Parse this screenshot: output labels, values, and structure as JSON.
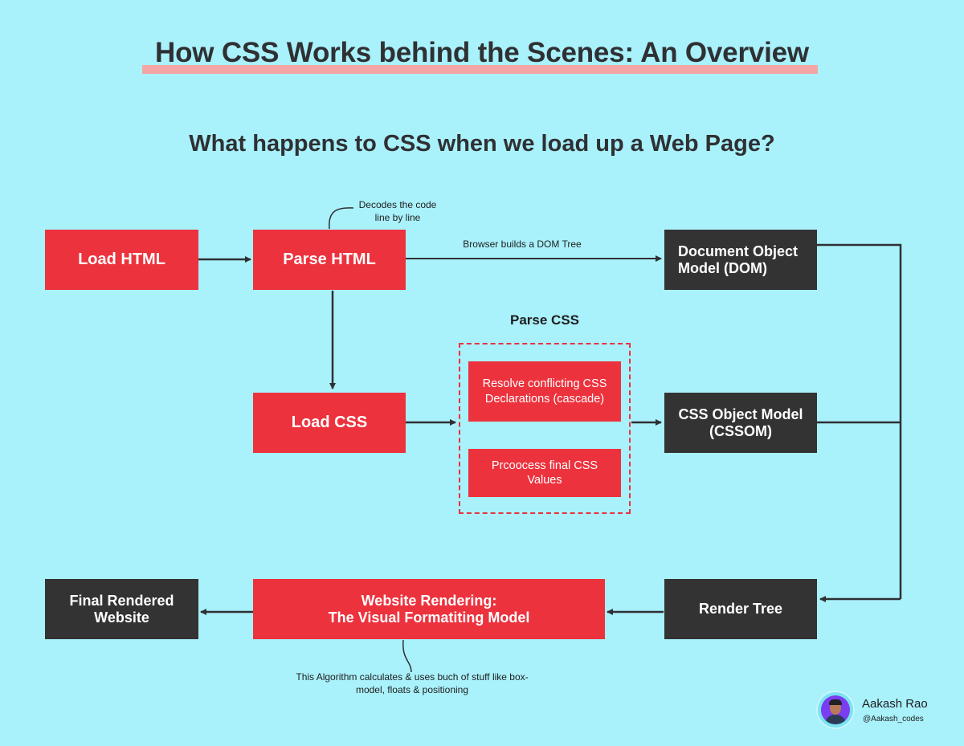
{
  "title": "How CSS Works behind the Scenes: An Overview",
  "subtitle": "What happens to CSS when we load up a Web Page?",
  "nodes": {
    "load_html": "Load HTML",
    "parse_html": "Parse HTML",
    "dom": "Document Object Model (DOM)",
    "load_css": "Load CSS",
    "resolve_conflicts": "Resolve conflicting CSS Declarations (cascade)",
    "process_values": "Prcoocess final CSS Values",
    "cssom": "CSS Object Model (CSSOM)",
    "render_tree": "Render Tree",
    "website_rendering_line1": "Website Rendering:",
    "website_rendering_line2": "The Visual Formatiting Model",
    "final_website": "Final Rendered Website"
  },
  "group_label": "Parse CSS",
  "notes": {
    "decodes": "Decodes the code line by line",
    "dom_tree": "Browser builds a DOM Tree",
    "algorithm": "This Algorithm calculates & uses buch of stuff like box-model, floats & positioning"
  },
  "author": {
    "name": "Aakash Rao",
    "handle": "@Aakash_codes"
  },
  "colors": {
    "background": "#a9f1fb",
    "red": "#ec323d",
    "dark": "#333333",
    "underline": "#f4a6a6"
  }
}
